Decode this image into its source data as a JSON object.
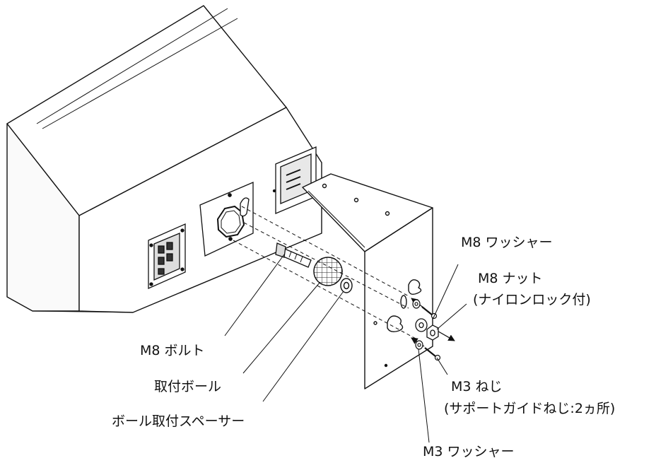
{
  "labels": {
    "m8_washer": "M8 ワッシャー",
    "m8_nut": "M8 ナット",
    "m8_nut_note": "(ナイロンロック付)",
    "m8_bolt": "M8 ボルト",
    "mounting_ball": "取付ボール",
    "ball_spacer": "ボール取付スペーサー",
    "m3_screw": "M3 ねじ",
    "m3_screw_note": "(サポートガイドねじ:2ヵ所)",
    "m3_washer": "M3 ワッシャー"
  }
}
